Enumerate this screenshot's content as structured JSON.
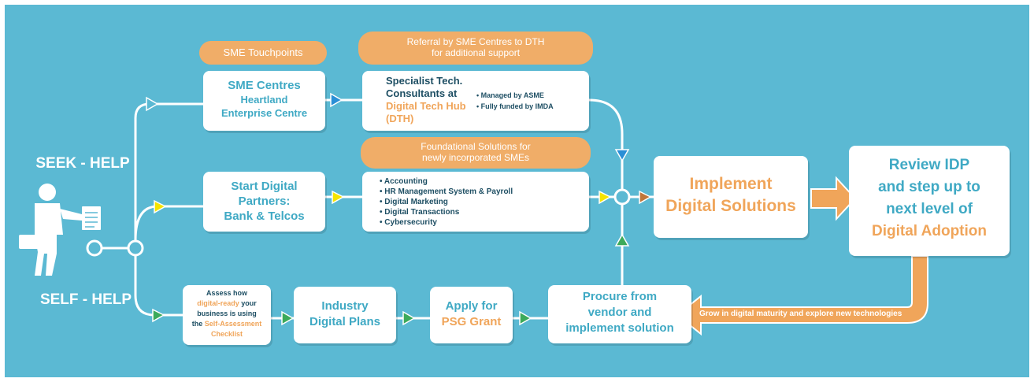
{
  "left": {
    "seek_help": "SEEK - HELP",
    "self_help": "SELF - HELP"
  },
  "touchpoints_label": "SME Touchpoints",
  "sme_centres": {
    "line1": "SME Centres",
    "line2": "Heartland",
    "line3": "Enterprise Centre"
  },
  "referral": {
    "line1": "Referral by SME Centres to DTH",
    "line2": "for additional support"
  },
  "specialist": {
    "line1": "Specialist Tech.",
    "line2": "Consultants at",
    "line3": "Digital Tech Hub",
    "line4": "(DTH)",
    "bullet1": "• Managed by ASME",
    "bullet2": "• Fully funded by IMDA"
  },
  "foundational": {
    "line1": "Foundational Solutions for",
    "line2": "newly incorporated SMEs"
  },
  "start_digital": {
    "line1": "Start Digital",
    "line2": "Partners:",
    "line3": "Bank & Telcos"
  },
  "solutions_list": [
    "• Accounting",
    "• HR Management System & Payroll",
    "• Digital Marketing",
    "• Digital Transactions",
    "• Cybersecurity"
  ],
  "implement": {
    "line1": "Implement",
    "line2": "Digital Solutions"
  },
  "review": {
    "line1": "Review IDP",
    "line2": "and step up to",
    "line3": "next level of",
    "line4": "Digital Adoption"
  },
  "assess": {
    "line1": "Assess how",
    "line2a": "digital-ready",
    "line2b": " your",
    "line3": "business is using",
    "line4a": "the ",
    "line4b": "Self-Assessment",
    "line5": "Checklist"
  },
  "industry": {
    "line1": "Industry",
    "line2": "Digital Plans"
  },
  "psg": {
    "line1": "Apply for",
    "line2": "PSG Grant"
  },
  "procure": {
    "line1": "Procure from",
    "line2": "vendor and",
    "line3": "implement solution"
  },
  "grow_label": "Grow in digital maturity and explore new technologies",
  "colors": {
    "background": "#5bb9d3",
    "orange": "#f0a55a",
    "teal": "#3fa9c4",
    "navy": "#1d4e63"
  }
}
